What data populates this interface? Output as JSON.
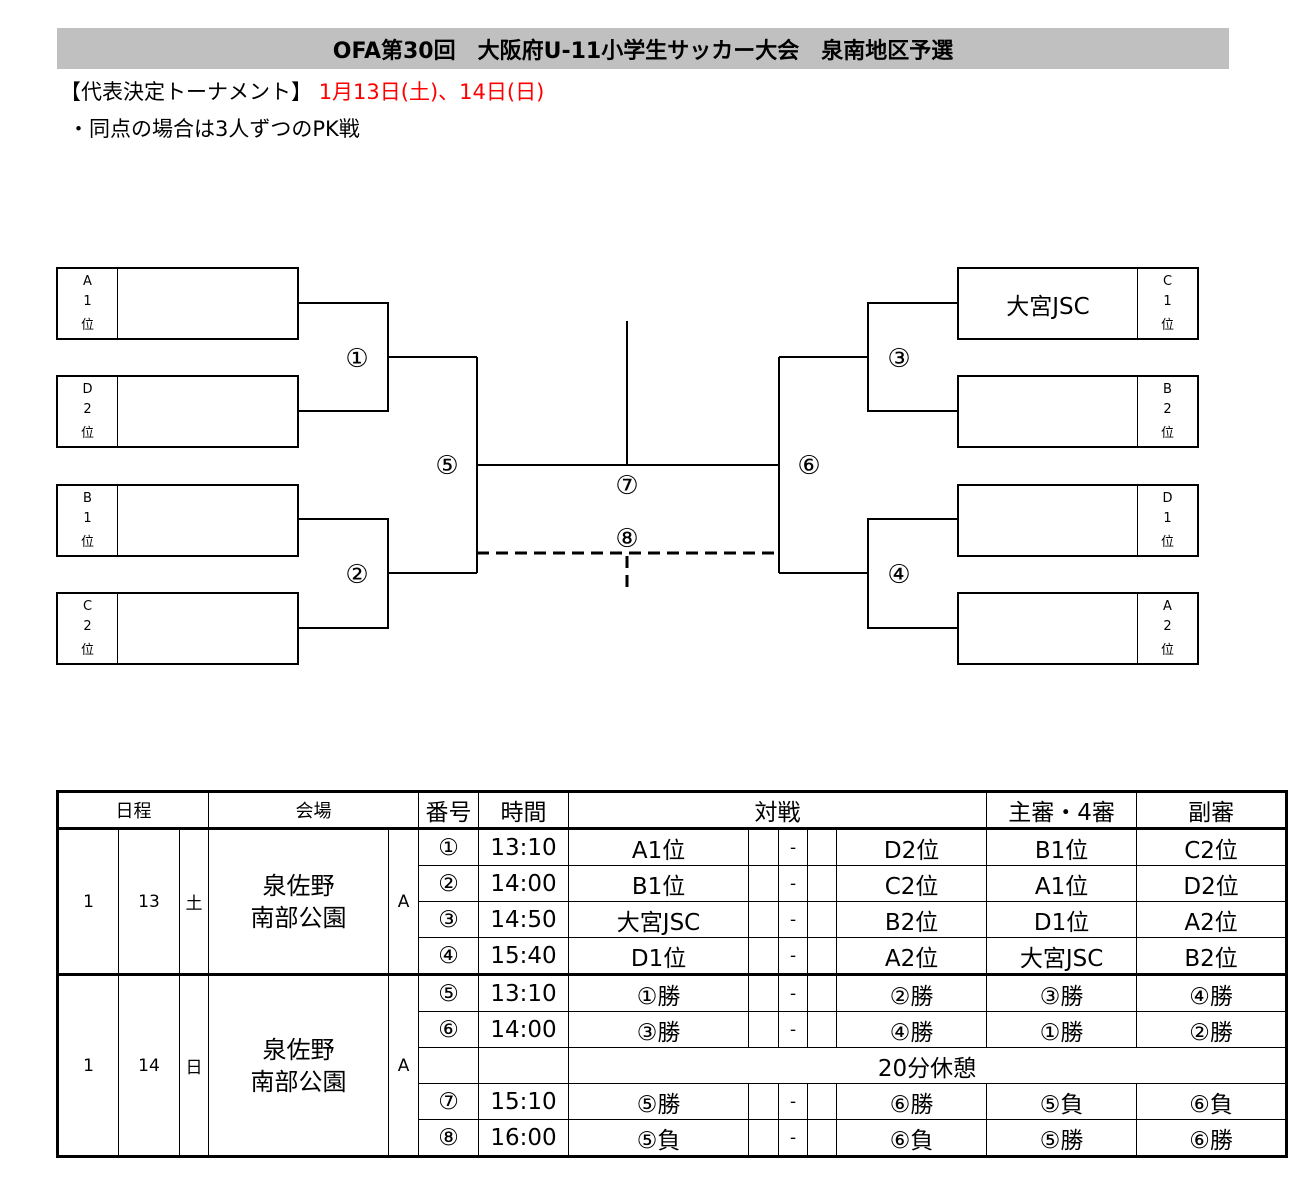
{
  "header": {
    "title": "OFA第30回　大阪府U-11小学生サッカー大会　泉南地区予選",
    "subtitle_prefix": "【代表決定トーナメント】 ",
    "subtitle_dates": "1月13日(土)、14日(日)",
    "note": "・同点の場合は3人ずつのPK戦"
  },
  "bracket": {
    "left_slots": [
      {
        "seed": [
          "A",
          "1",
          "位"
        ],
        "team": ""
      },
      {
        "seed": [
          "D",
          "2",
          "位"
        ],
        "team": ""
      },
      {
        "seed": [
          "B",
          "1",
          "位"
        ],
        "team": ""
      },
      {
        "seed": [
          "C",
          "2",
          "位"
        ],
        "team": ""
      }
    ],
    "right_slots": [
      {
        "seed": [
          "C",
          "1",
          "位"
        ],
        "team": "大宮JSC"
      },
      {
        "seed": [
          "B",
          "2",
          "位"
        ],
        "team": ""
      },
      {
        "seed": [
          "D",
          "1",
          "位"
        ],
        "team": ""
      },
      {
        "seed": [
          "A",
          "2",
          "位"
        ],
        "team": ""
      }
    ],
    "marks": {
      "m1": "①",
      "m2": "②",
      "m3": "③",
      "m4": "④",
      "m5": "⑤",
      "m6": "⑥",
      "m7": "⑦",
      "m8": "⑧"
    }
  },
  "schedule": {
    "headers": {
      "date": "日程",
      "venue": "会場",
      "num": "番号",
      "time": "時間",
      "match": "対戦",
      "referee": "主審・4審",
      "assistant": "副審"
    },
    "day1": {
      "month": "1",
      "day": "13",
      "weekday": "土",
      "venue": "泉佐野\n南部公園",
      "court": "A"
    },
    "day2": {
      "month": "1",
      "day": "14",
      "weekday": "日",
      "venue": "泉佐野\n南部公園",
      "court": "A"
    },
    "vs": "-",
    "matches_day1": [
      {
        "num": "①",
        "time": "13:10",
        "home": "A1位",
        "away": "D2位",
        "ref": "B1位",
        "asst": "C2位"
      },
      {
        "num": "②",
        "time": "14:00",
        "home": "B1位",
        "away": "C2位",
        "ref": "A1位",
        "asst": "D2位"
      },
      {
        "num": "③",
        "time": "14:50",
        "home": "大宮JSC",
        "away": "B2位",
        "ref": "D1位",
        "asst": "A2位"
      },
      {
        "num": "④",
        "time": "15:40",
        "home": "D1位",
        "away": "A2位",
        "ref": "大宮JSC",
        "asst": "B2位"
      }
    ],
    "matches_day2a": [
      {
        "num": "⑤",
        "time": "13:10",
        "home": "①勝",
        "away": "②勝",
        "ref": "③勝",
        "asst": "④勝"
      },
      {
        "num": "⑥",
        "time": "14:00",
        "home": "③勝",
        "away": "④勝",
        "ref": "①勝",
        "asst": "②勝"
      }
    ],
    "break_label": "20分休憩",
    "matches_day2b": [
      {
        "num": "⑦",
        "time": "15:10",
        "home": "⑤勝",
        "away": "⑥勝",
        "ref": "⑤負",
        "asst": "⑥負"
      },
      {
        "num": "⑧",
        "time": "16:00",
        "home": "⑤負",
        "away": "⑥負",
        "ref": "⑤勝",
        "asst": "⑥勝"
      }
    ]
  }
}
